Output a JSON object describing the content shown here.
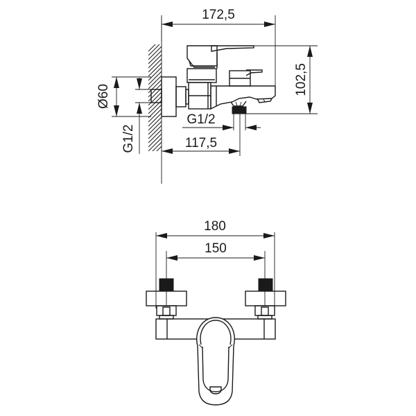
{
  "side_view": {
    "dimensions": {
      "overall_length": "172,5",
      "overall_height": "102,5",
      "mount_diameter": "Ø60",
      "inlet_thread": "G1/2",
      "outlet_thread": "G1/2",
      "outlet_distance": "117,5"
    }
  },
  "front_view": {
    "dimensions": {
      "overall_width": "180",
      "inlet_spacing": "150"
    }
  },
  "colors": {
    "line": "#1a1a1a",
    "background": "#ffffff"
  }
}
